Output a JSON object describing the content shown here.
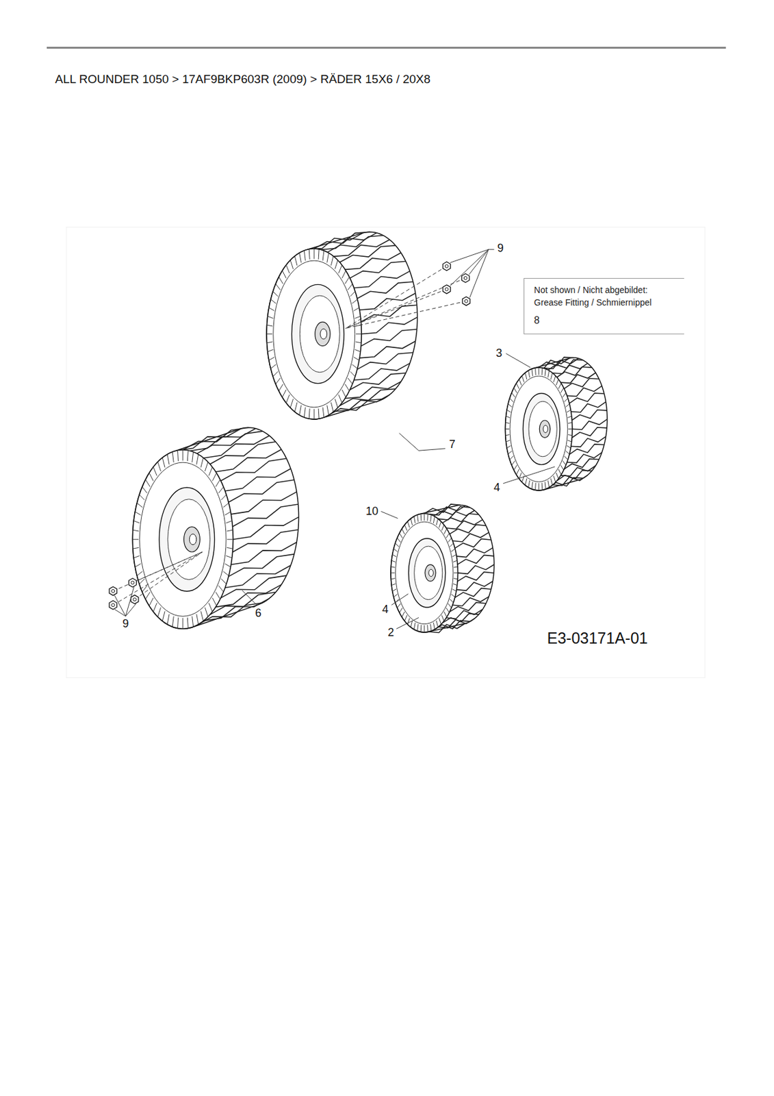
{
  "diagram": {
    "title": "ALL ROUNDER 1050  >  17AF9BKP603R (2009)  >  RÄDER 15X6 / 20X8",
    "nodes": [
      {
        "text": [
          "Not shown / Nicht abgebildet:",
          "Grease Fitting / Schmiernippel",
          "8"
        ]
      }
    ],
    "labels": [
      "9",
      "3",
      "7",
      "4",
      "10",
      "4",
      "2",
      "9",
      "6",
      "E3-03171A-01"
    ]
  }
}
